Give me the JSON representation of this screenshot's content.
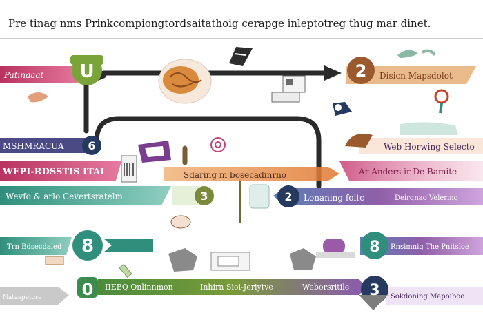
{
  "title": "Pre tinag nms Prinkcompiongtordsaitathoig cerapge inleptotreg thug mar dinet.",
  "colors": {
    "magenta": "#c23a6c",
    "teal": "#2f8f7c",
    "navy": "#253a5e",
    "green": "#3c8c4d",
    "brown": "#9a5a2e",
    "orange": "#e08a3a",
    "purple": "#7b3e8e",
    "olive": "#7aa33a",
    "dark": "#2a2a2a"
  },
  "badges": {
    "u": "U",
    "two": "2",
    "six": "6",
    "three_a": "3",
    "two_b": "2",
    "eight_a": "8",
    "zero": "0",
    "eight_b": "8",
    "three_b": "3"
  },
  "labels": {
    "row1_left": "Patinaaat",
    "row1_right": "Disicn Mapsdolot",
    "row2_left": "MSHMRACUA",
    "row2_right": "Web Horwing Selecto",
    "row3_left": "WEPI-RDSSTIS ITAI",
    "row3_center": "Sdaring m bosecadinrno",
    "row3_right": "Ar Anders ir De Bamite",
    "row4_left": "Wevfo & arlo Cevertsratelm",
    "row4_center": "Lonaning foitc",
    "row4_right": "Deirqnao Velering",
    "row5_left": "Trn Bdsecdaled",
    "row5_right": "Rnsimnig The Pnitsloe",
    "row6_left": "IIEEQ Onlinnmon",
    "row6_mid": "Inhirn Sioi-Jeriytve",
    "row6_mid2": "Weborsritile",
    "row6_right": "Sokdoning Mapoiboe",
    "row6_far_left": "Nataspetore"
  },
  "icons": [
    "brain-icon",
    "book-icon",
    "document-icon",
    "magnifier-icon",
    "shoes-icon",
    "cards-icon",
    "barcode-icon",
    "mug-icon",
    "chat-icon",
    "gears-icon",
    "cow-icon",
    "laptop-icon",
    "hat-icon",
    "plant-icon",
    "pencil-icon"
  ]
}
